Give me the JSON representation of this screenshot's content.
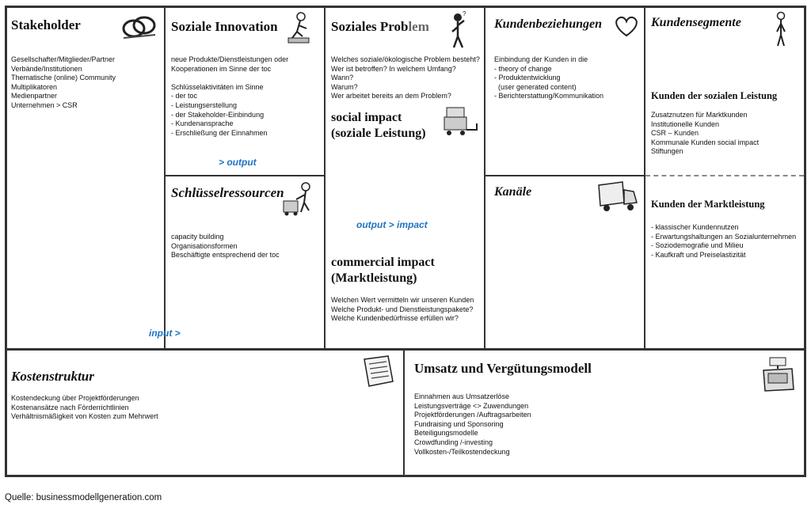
{
  "stakeholder": {
    "title": "Stakeholder",
    "lines": [
      "Gesellschafter/Mitglieder/Partner",
      "Verbände/Institutionen",
      "Thematische (online) Community",
      "Multiplikatoren",
      "Medienpartner",
      "Unternehmen > CSR"
    ]
  },
  "soziale_innovation": {
    "title": "Soziale Innovation",
    "lines": [
      "neue Produkte/Dienstleistungen oder",
      "Kooperationen im Sinne der toc",
      "",
      "Schlüsselaktivitäten im Sinne",
      "- der toc",
      "- Leistungserstellung",
      "- der Stakeholder-Einbindung",
      "- Kundenansprache",
      "- Erschließung der Einnahmen"
    ]
  },
  "soziales_problem": {
    "title_main": "Soziales Prob",
    "title_fade": "lem",
    "lines": [
      "Welches soziale/ökologische Problem besteht?",
      "Wer ist betroffen? In welchem Umfang?",
      "Wann?",
      "Warum?",
      "Wer arbeitet bereits an dem Problem?"
    ],
    "social_impact": [
      "social impact",
      "(soziale Leistung)"
    ],
    "commercial_impact": [
      "commercial impact",
      "(Marktleistung)"
    ],
    "commercial_lines": [
      "Welchen Wert vermitteln wir unseren Kunden",
      "Welche Produkt- und Dienstleistungspakete?",
      "Welche Kundenbedürfnisse erfüllen wir?"
    ]
  },
  "kundenbeziehungen": {
    "title": "Kundenbeziehungen",
    "lines": [
      "Einbindung der Kunden in die",
      "- theory of change",
      "- Produktentwicklung",
      "  (user generated content)",
      "- Berichterstattung/Kommunikation"
    ]
  },
  "kundensegmente": {
    "title": "Kundensegmente",
    "sozial_title": "Kunden der sozialen Leistung",
    "sozial_lines": [
      "Zusatznutzen für Marktkunden",
      "Institutionelle Kunden",
      "CSR – Kunden",
      "Kommunale Kunden social impact",
      "Stiftungen"
    ],
    "markt_title": "Kunden der Marktleistung",
    "markt_lines": [
      "- klassischer Kundennutzen",
      "- Erwartungshaltungen an Sozialunternehmen",
      "- Soziodemografie und Milieu",
      "- Kaufkraft und Preiselastizität"
    ]
  },
  "schluesselressourcen": {
    "title": "Schlüsselressourcen",
    "lines": [
      "capacity building",
      "Organisationsformen",
      "Beschäftigte entsprechend der toc"
    ]
  },
  "kanaele": {
    "title": "Kanäle"
  },
  "kostenstruktur": {
    "title": "Kostenstruktur",
    "lines": [
      "Kostendeckung über Projektförderungen",
      "Kostenansätze nach Förderrichtlinien",
      "Verhältnismäßigkeit von Kosten zum Mehrwert"
    ]
  },
  "umsatz": {
    "title": "Umsatz und Vergütungsmodell",
    "lines": [
      "Einnahmen aus Umsatzerlöse",
      "Leistungsverträge <> Zuwendungen",
      "Projektförderungen /Auftragsarbeiten",
      "Fundraising und Sponsoring",
      "Beteiligungsmodelle",
      "Crowdfunding /-investing",
      "Vollkosten-/Teilkostendeckung"
    ]
  },
  "flow": {
    "output": "> output",
    "output_impact": "output > impact",
    "input": "input >"
  },
  "source": "Quelle: businessmodellgeneration.com",
  "icons": [
    "rings-icon",
    "person-sweeping-icon",
    "thinking-person-icon",
    "heart-icon",
    "standing-person-icon",
    "delivery-cart-icon",
    "truck-icon",
    "person-pushing-cart-icon",
    "receipt-icon",
    "cash-register-icon"
  ]
}
